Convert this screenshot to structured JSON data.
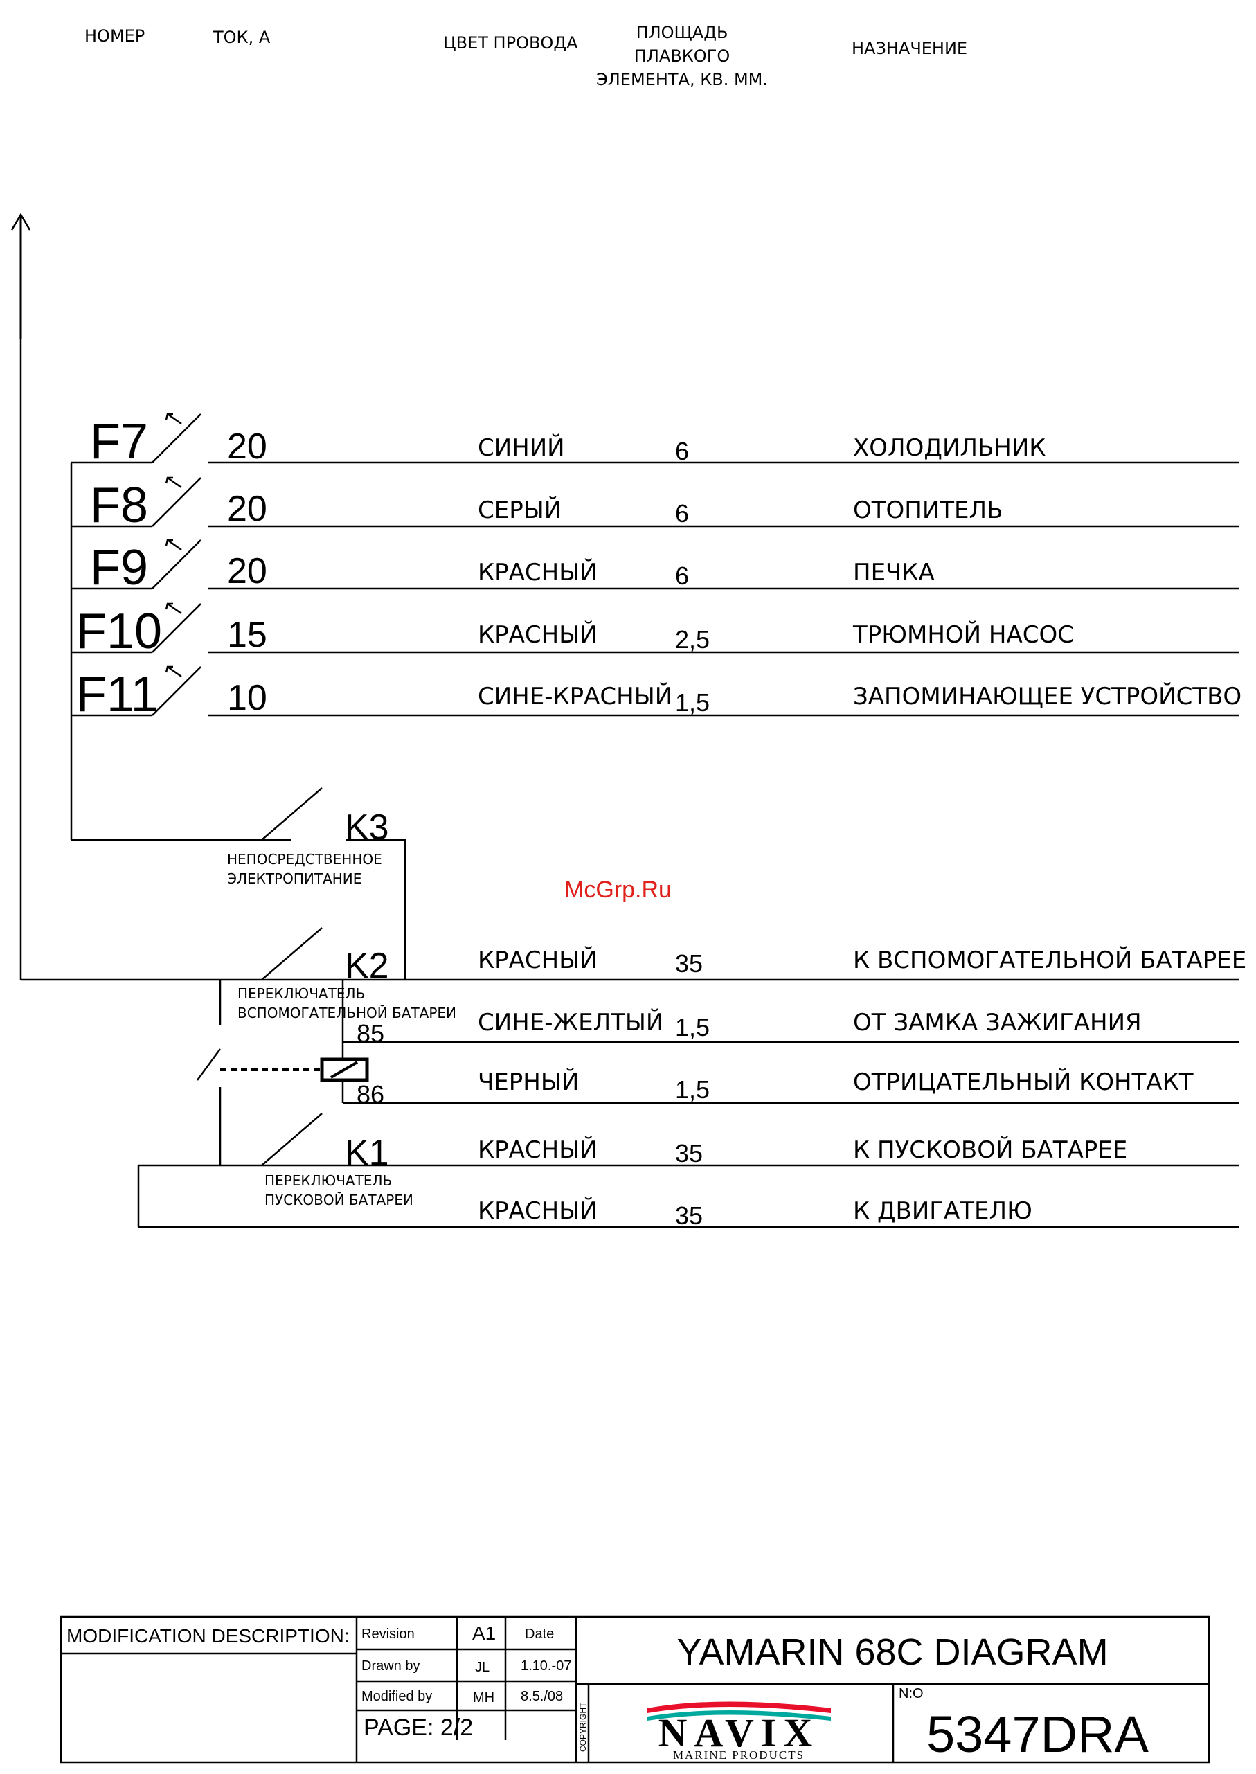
{
  "headers": {
    "number": "НОМЕР",
    "current": "ТОК, А",
    "wire_color": "ЦВЕТ ПРОВОДА",
    "area_line1": "ПЛОЩАДЬ",
    "area_line2": "ПЛАВКОГО",
    "area_line3": "ЭЛЕМЕНТА, КВ. ММ.",
    "purpose": "НАЗНАЧЕНИЕ"
  },
  "fuses": [
    {
      "id": "F7",
      "current": "20",
      "color": "СИНИЙ",
      "area": "6",
      "purpose": "ХОЛОДИЛЬНИК"
    },
    {
      "id": "F8",
      "current": "20",
      "color": "СЕРЫЙ",
      "area": "6",
      "purpose": "ОТОПИТЕЛЬ"
    },
    {
      "id": "F9",
      "current": "20",
      "color": "КРАСНЫЙ",
      "area": "6",
      "purpose": "ПЕЧКА"
    },
    {
      "id": "F10",
      "current": "15",
      "color": "КРАСНЫЙ",
      "area": "2,5",
      "purpose": "ТРЮМНОЙ НАСОС"
    },
    {
      "id": "F11",
      "current": "10",
      "color": "СИНЕ-КРАСНЫЙ",
      "area": "1,5",
      "purpose": "ЗАПОМИНАЮЩЕЕ УСТРОЙСТВО"
    }
  ],
  "relays": {
    "k3": {
      "id": "K3",
      "note_line1": "НЕПОСРЕДСТВЕННОЕ",
      "note_line2": "ЭЛЕКТРОПИТАНИЕ"
    },
    "k2": {
      "id": "K2",
      "note_line1": "ПЕРЕКЛЮЧАТЕЛЬ",
      "note_line2": "ВСПОМОГАТЕЛЬНОЙ БАТАРЕИ"
    },
    "k1": {
      "id": "K1",
      "note_line1": "ПЕРЕКЛЮЧАТЕЛЬ",
      "note_line2": "ПУСКОВОЙ БАТАРЕИ"
    },
    "pin85": "85",
    "pin86": "86"
  },
  "wires": [
    {
      "color": "КРАСНЫЙ",
      "area": "35",
      "purpose": "К ВСПОМОГАТЕЛЬНОЙ БАТАРЕЕ"
    },
    {
      "color": "СИНЕ-ЖЕЛТЫЙ",
      "area": "1,5",
      "purpose": "ОТ ЗАМКА ЗАЖИГАНИЯ"
    },
    {
      "color": "ЧЕРНЫЙ",
      "area": "1,5",
      "purpose": "ОТРИЦАТЕЛЬНЫЙ КОНТАКТ"
    },
    {
      "color": "КРАСНЫЙ",
      "area": "35",
      "purpose": "К ПУСКОВОЙ БАТАРЕЕ"
    },
    {
      "color": "КРАСНЫЙ",
      "area": "35",
      "purpose": "К ДВИГАТЕЛЮ"
    }
  ],
  "watermark": "McGrp.Ru",
  "title_block": {
    "modification_description": "MODIFICATION DESCRIPTION:",
    "revision_label": "Revision",
    "revision_value": "A1",
    "date_label": "Date",
    "drawn_by_label": "Drawn by",
    "drawn_by_value": "JL",
    "drawn_date": "1.10.-07",
    "modified_by_label": "Modified by",
    "modified_by_value": "MH",
    "modified_date": "8.5./08",
    "page": "PAGE: 2/2",
    "copyright": "COPYRIGHT",
    "title": "YAMARIN 68C DIAGRAM",
    "brand": "NAVIX",
    "brand_sub": "MARINE PRODUCTS",
    "number_label": "N:O",
    "number_value": "5347DRA"
  }
}
